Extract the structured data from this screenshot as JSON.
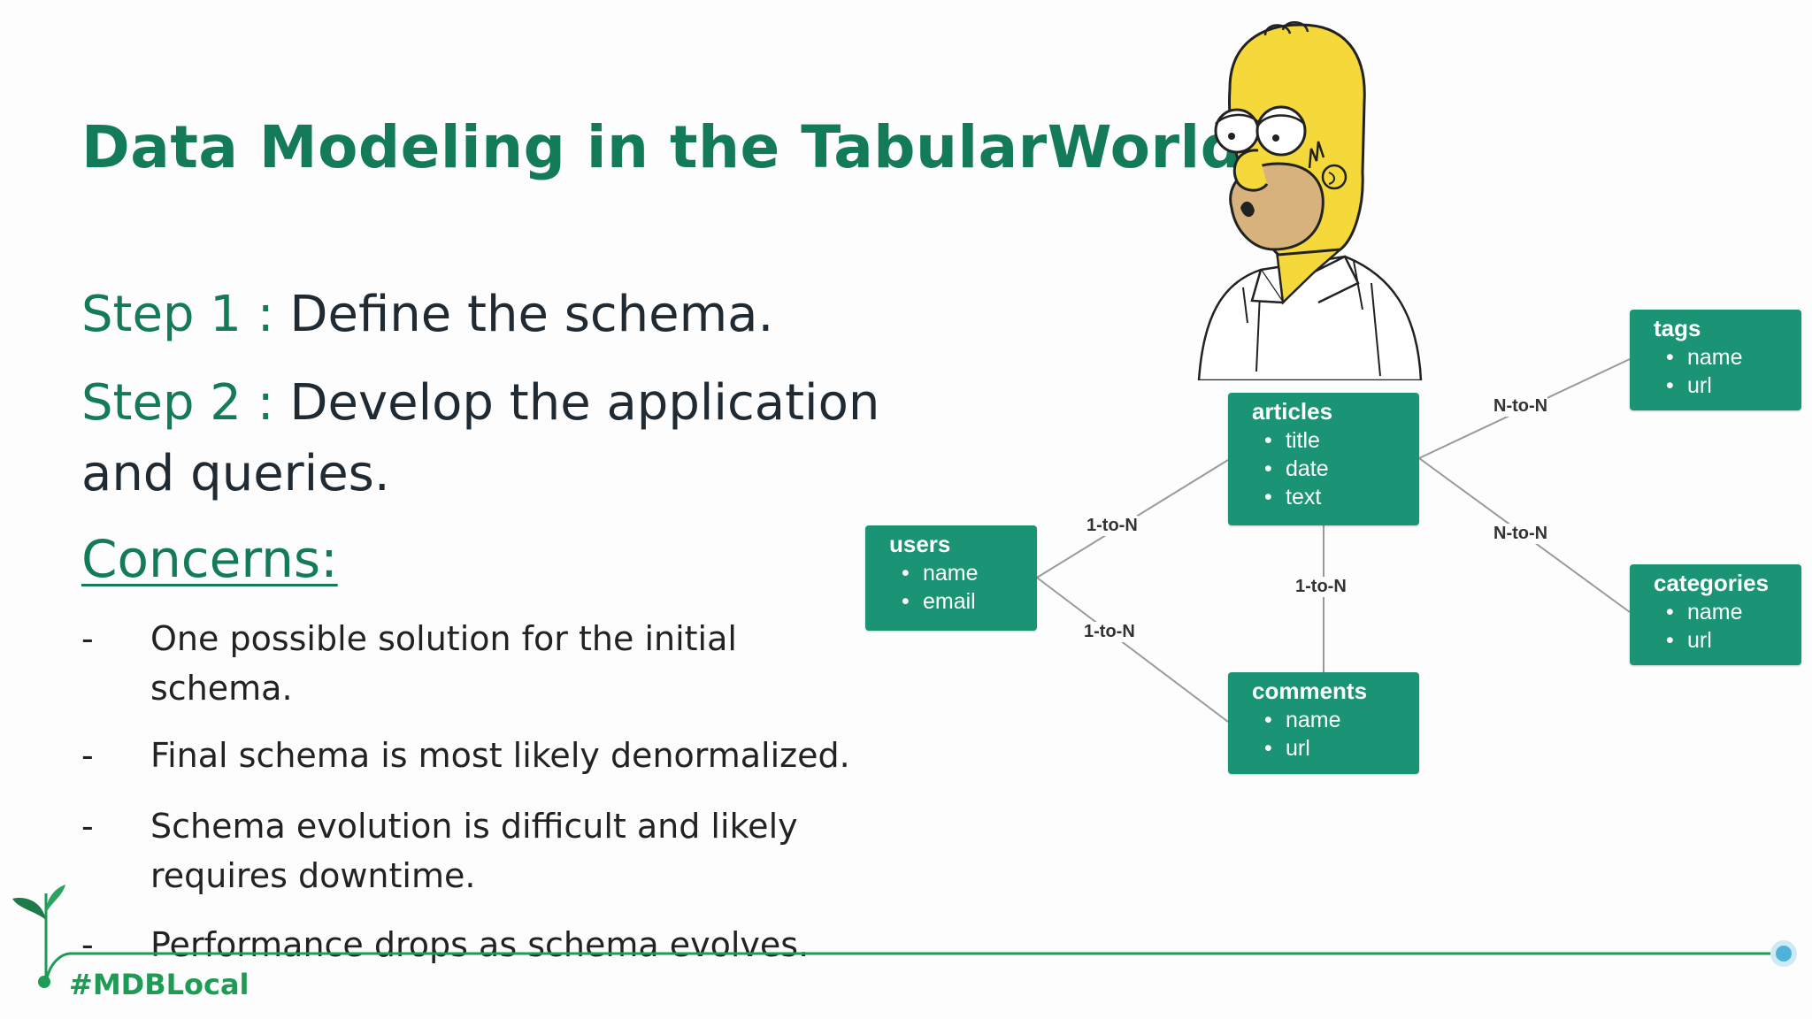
{
  "title": "Data Modeling in the TabularWorld",
  "steps": [
    {
      "label": "Step 1 :",
      "text": "Define the schema."
    },
    {
      "label": "Step 2 :",
      "text": "Develop the application",
      "text2": "and queries."
    }
  ],
  "concerns_heading": "Concerns:",
  "concerns": [
    {
      "dash": "-",
      "text": "One possible solution for the initial schema."
    },
    {
      "dash": "-",
      "text": "Final schema is most likely denormalized."
    },
    {
      "dash": "-",
      "text": "Schema evolution is difficult and likely requires downtime."
    },
    {
      "dash": "-",
      "text": "Performance drops as schema evolves."
    }
  ],
  "diagram": {
    "entities": {
      "users": {
        "name": "users",
        "fields": [
          "name",
          "email"
        ]
      },
      "articles": {
        "name": "articles",
        "fields": [
          "title",
          "date",
          "text"
        ]
      },
      "comments": {
        "name": "comments",
        "fields": [
          "name",
          "url"
        ]
      },
      "tags": {
        "name": "tags",
        "fields": [
          "name",
          "url"
        ]
      },
      "categories": {
        "name": "categories",
        "fields": [
          "name",
          "url"
        ]
      }
    },
    "relations": {
      "users_articles": "1-to-N",
      "users_comments": "1-to-N",
      "articles_comments": "1-to-N",
      "articles_tags": "N-to-N",
      "articles_categories": "N-to-N"
    }
  },
  "brand": "#MDBLocal",
  "colors": {
    "accent": "#137a5a",
    "entity_fill": "#1a9474",
    "brand_green": "#1e9b55",
    "timeline_blue": "#4fb3d9"
  }
}
